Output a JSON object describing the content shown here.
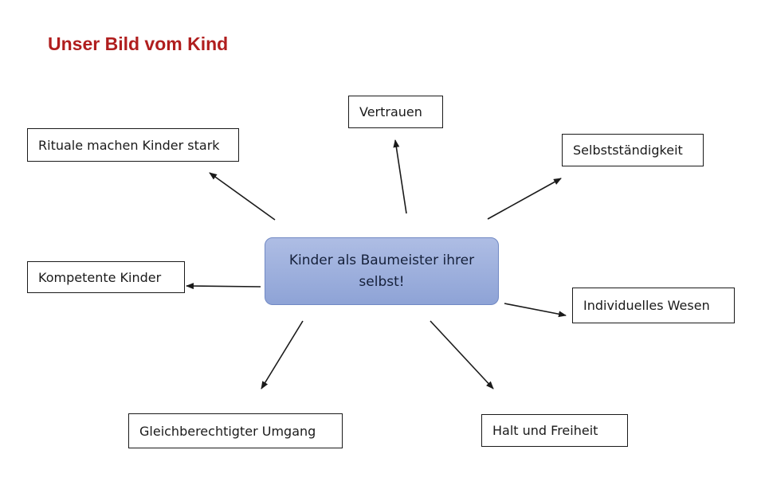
{
  "title": "Unser Bild vom Kind",
  "center": {
    "line1": "Kinder als Baumeister ihrer",
    "line2": "selbst!"
  },
  "nodes": {
    "vertrauen": "Vertrauen",
    "rituale": "Rituale machen Kinder stark",
    "selbststaendigkeit": "Selbstständigkeit",
    "kompetente": "Kompetente Kinder",
    "individuelles": "Individuelles Wesen",
    "gleichberechtigter": "Gleichberechtigter Umgang",
    "halt": "Halt und Freiheit"
  },
  "colors": {
    "title": "#b01e1e",
    "center_fill": "#9db0dd",
    "center_border": "#7189c4",
    "lines": "#1a1a1a"
  }
}
